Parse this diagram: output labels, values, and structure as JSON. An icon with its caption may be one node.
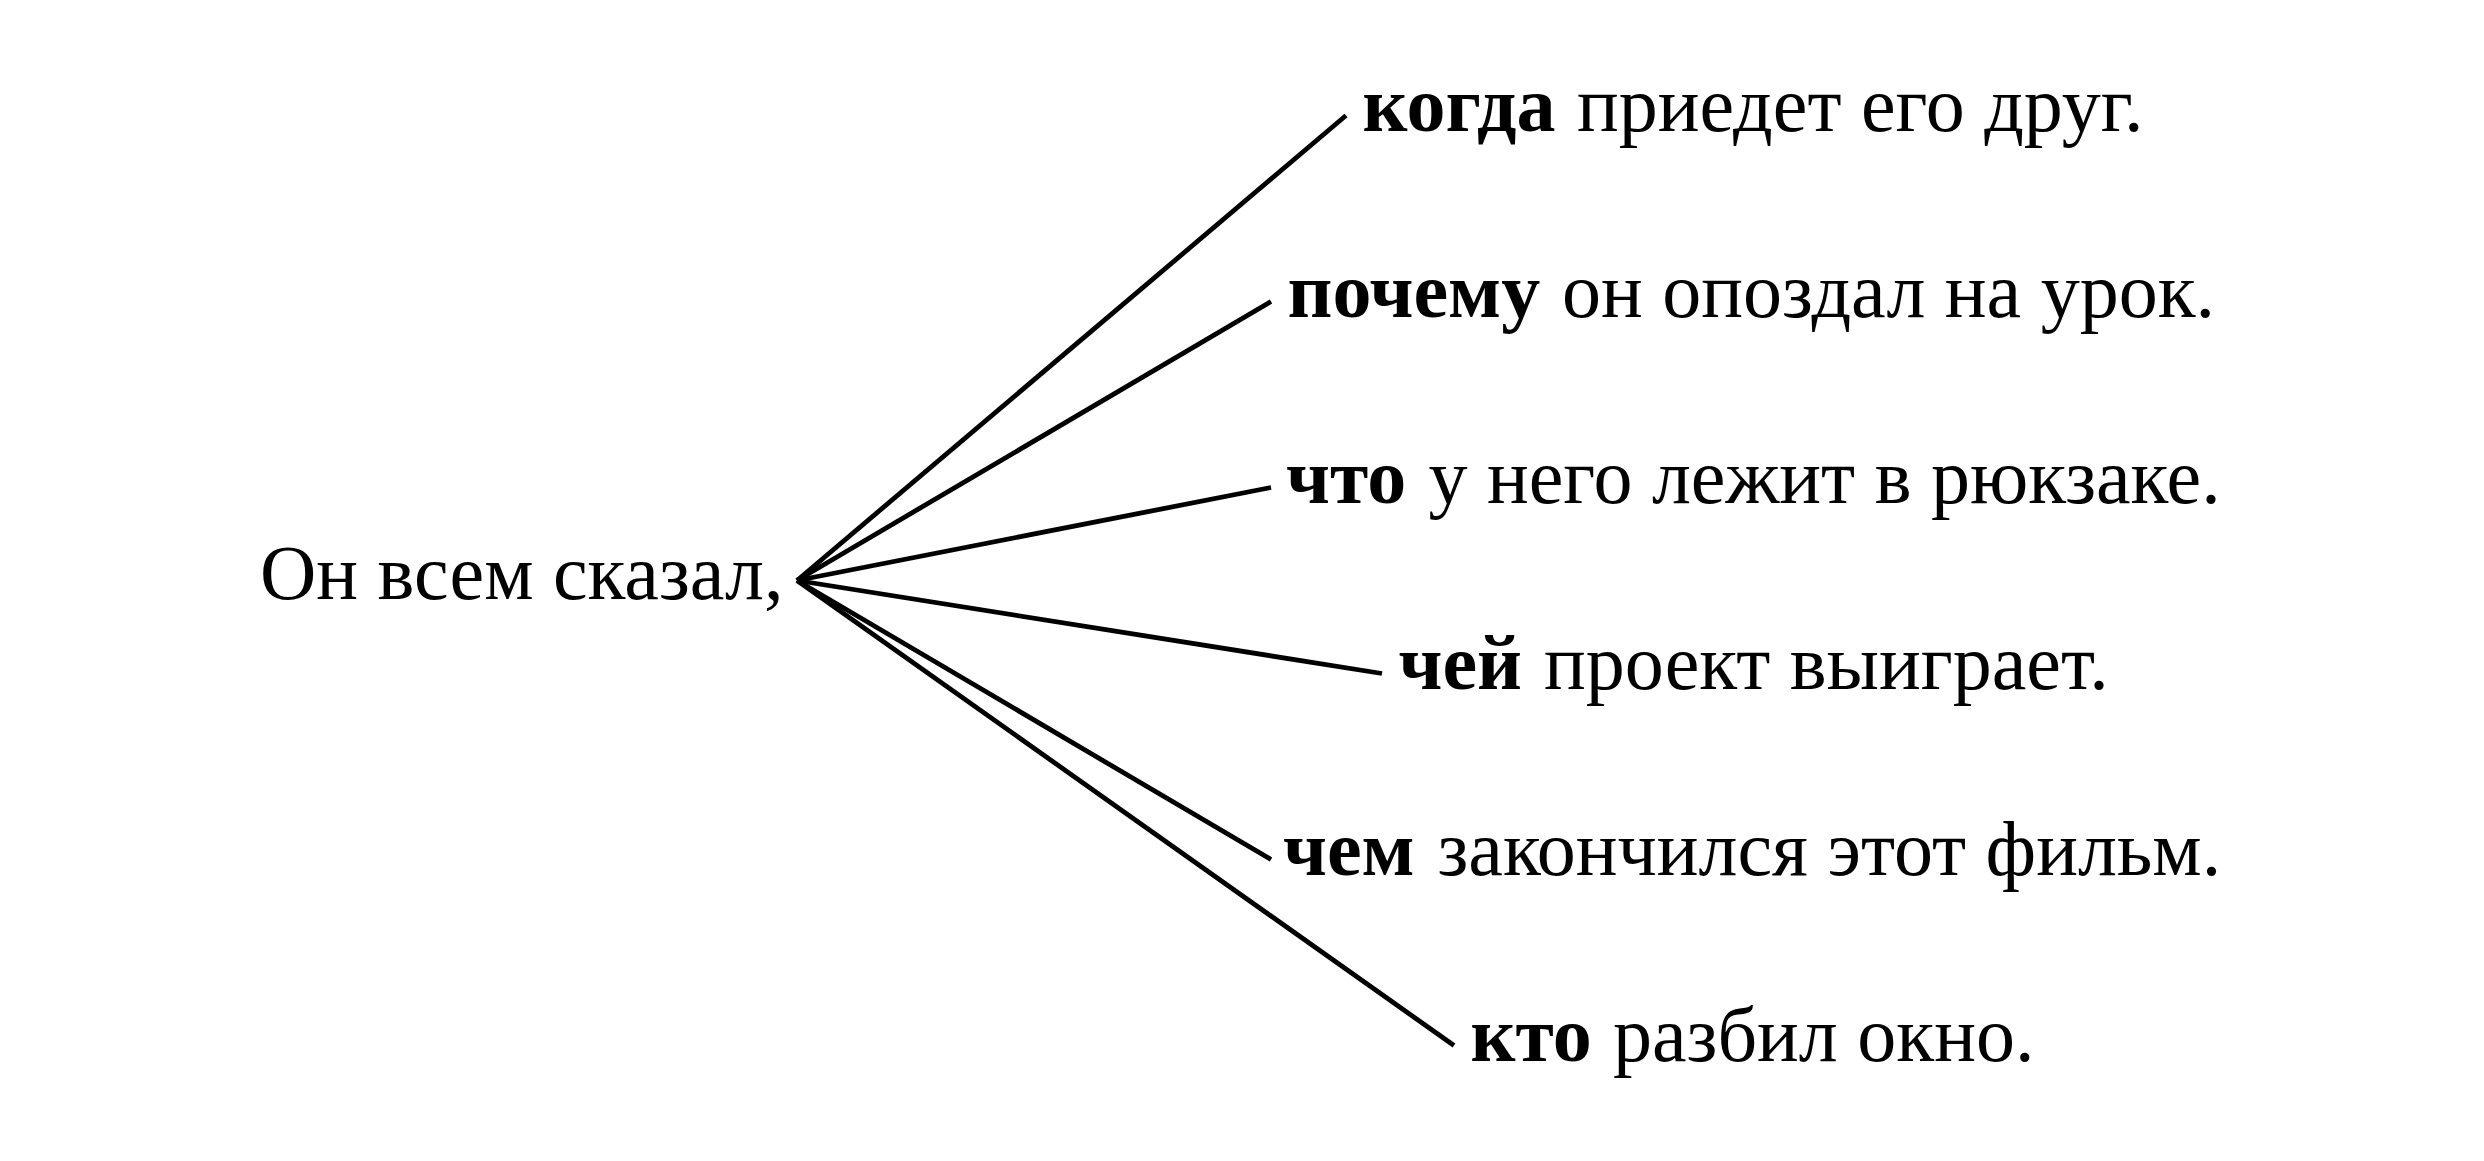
{
  "diagram": {
    "nodes": [
      {
        "text": [
          "Он всем сказал,"
        ]
      },
      {
        "text": [
          "**когда** приедет его друг."
        ]
      },
      {
        "text": [
          "**почему** он опоздал на урок."
        ]
      },
      {
        "text": [
          "**что** у него лежит в рюкзаке."
        ]
      },
      {
        "text": [
          "**чей** проект выиграет."
        ]
      },
      {
        "text": [
          "**чем** закончился этот фильм."
        ]
      },
      {
        "text": [
          "**кто** разбил окно."
        ]
      }
    ],
    "edges": [
      {
        "from": 0,
        "to": 1,
        "arrow": "none"
      },
      {
        "from": 0,
        "to": 2,
        "arrow": "none"
      },
      {
        "from": 0,
        "to": 3,
        "arrow": "none"
      },
      {
        "from": 0,
        "to": 4,
        "arrow": "none"
      },
      {
        "from": 0,
        "to": 5,
        "arrow": "none"
      },
      {
        "from": 0,
        "to": 6,
        "arrow": "none"
      }
    ]
  }
}
